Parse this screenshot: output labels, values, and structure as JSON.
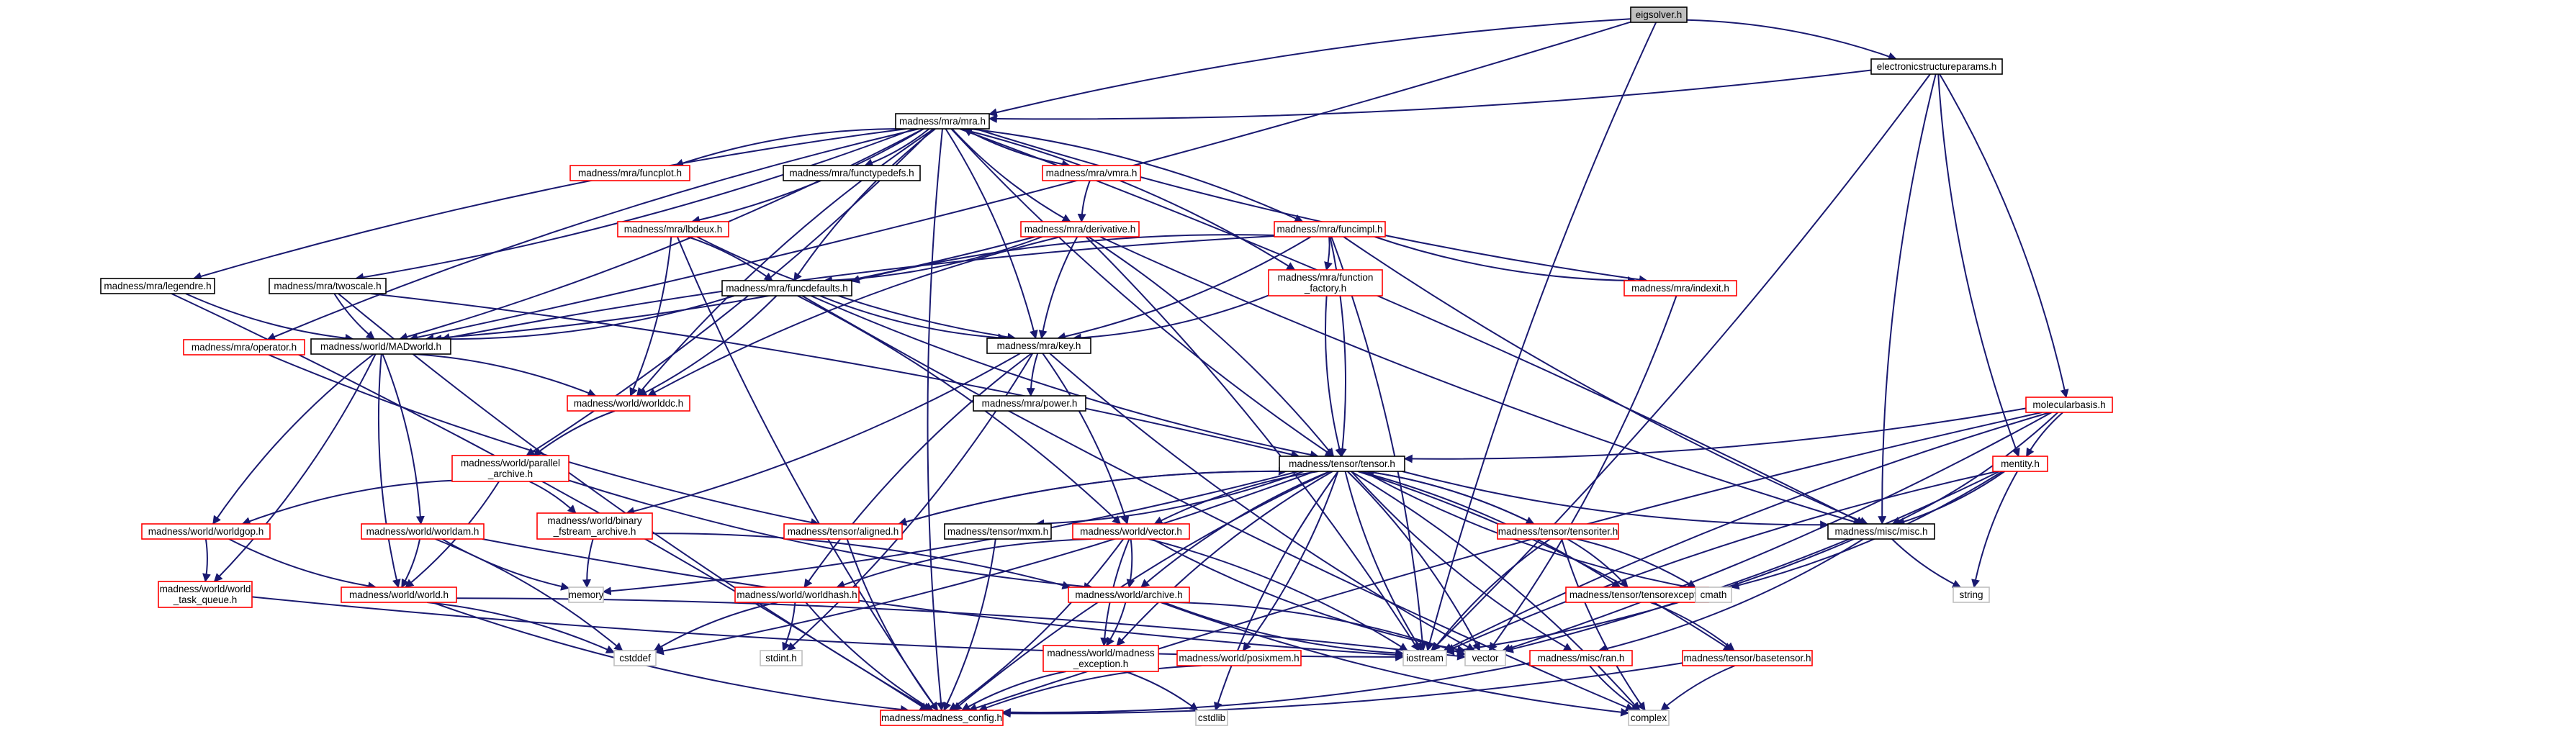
{
  "title": "eigsolver.h",
  "nodes": [
    {
      "id": "eigsolver",
      "label": [
        "eigsolver.h"
      ],
      "style": "root"
    },
    {
      "id": "esp",
      "label": [
        "electronicstructureparams.h"
      ],
      "style": "black"
    },
    {
      "id": "mra",
      "label": [
        "madness/mra/mra.h"
      ],
      "style": "black"
    },
    {
      "id": "funcplot",
      "label": [
        "madness/mra/funcplot.h"
      ],
      "style": "red"
    },
    {
      "id": "functypedefs",
      "label": [
        "madness/mra/functypedefs.h"
      ],
      "style": "black"
    },
    {
      "id": "vmra",
      "label": [
        "madness/mra/vmra.h"
      ],
      "style": "red"
    },
    {
      "id": "lbdeux",
      "label": [
        "madness/mra/lbdeux.h"
      ],
      "style": "red"
    },
    {
      "id": "derivative",
      "label": [
        "madness/mra/derivative.h"
      ],
      "style": "red"
    },
    {
      "id": "funcimpl",
      "label": [
        "madness/mra/funcimpl.h"
      ],
      "style": "red"
    },
    {
      "id": "legendre",
      "label": [
        "madness/mra/legendre.h"
      ],
      "style": "black"
    },
    {
      "id": "twoscale",
      "label": [
        "madness/mra/twoscale.h"
      ],
      "style": "black"
    },
    {
      "id": "funcdefaults",
      "label": [
        "madness/mra/funcdefaults.h"
      ],
      "style": "black"
    },
    {
      "id": "funcfactory",
      "label": [
        "madness/mra/function",
        "_factory.h"
      ],
      "style": "red"
    },
    {
      "id": "indexit",
      "label": [
        "madness/mra/indexit.h"
      ],
      "style": "red"
    },
    {
      "id": "operator",
      "label": [
        "madness/mra/operator.h"
      ],
      "style": "red"
    },
    {
      "id": "madworld",
      "label": [
        "madness/world/MADworld.h"
      ],
      "style": "black"
    },
    {
      "id": "key",
      "label": [
        "madness/mra/key.h"
      ],
      "style": "black"
    },
    {
      "id": "power",
      "label": [
        "madness/mra/power.h"
      ],
      "style": "black"
    },
    {
      "id": "worlddc",
      "label": [
        "madness/world/worlddc.h"
      ],
      "style": "red"
    },
    {
      "id": "molecularbasis",
      "label": [
        "molecularbasis.h"
      ],
      "style": "red"
    },
    {
      "id": "parallelarchive",
      "label": [
        "madness/world/parallel",
        "_archive.h"
      ],
      "style": "red"
    },
    {
      "id": "tensor",
      "label": [
        "madness/tensor/tensor.h"
      ],
      "style": "black"
    },
    {
      "id": "mentity",
      "label": [
        "mentity.h"
      ],
      "style": "red"
    },
    {
      "id": "worldgop",
      "label": [
        "madness/world/worldgop.h"
      ],
      "style": "red"
    },
    {
      "id": "binaryfstream",
      "label": [
        "madness/world/binary",
        "_fstream_archive.h"
      ],
      "style": "red"
    },
    {
      "id": "worldam",
      "label": [
        "madness/world/worldam.h"
      ],
      "style": "red"
    },
    {
      "id": "tensoraligned",
      "label": [
        "madness/tensor/aligned.h"
      ],
      "style": "red"
    },
    {
      "id": "mxm",
      "label": [
        "madness/tensor/mxm.h"
      ],
      "style": "black"
    },
    {
      "id": "vector",
      "label": [
        "madness/world/vector.h"
      ],
      "style": "red"
    },
    {
      "id": "tensoriter",
      "label": [
        "madness/tensor/tensoriter.h"
      ],
      "style": "red"
    },
    {
      "id": "misc",
      "label": [
        "madness/misc/misc.h"
      ],
      "style": "black"
    },
    {
      "id": "taskqueue",
      "label": [
        "madness/world/world",
        "_task_queue.h"
      ],
      "style": "red"
    },
    {
      "id": "world",
      "label": [
        "madness/world/world.h"
      ],
      "style": "red"
    },
    {
      "id": "memory",
      "label": [
        "memory"
      ],
      "style": "grey"
    },
    {
      "id": "worldhash",
      "label": [
        "madness/world/worldhash.h"
      ],
      "style": "red"
    },
    {
      "id": "archive",
      "label": [
        "madness/world/archive.h"
      ],
      "style": "red"
    },
    {
      "id": "tensorexcept",
      "label": [
        "madness/tensor/tensorexcept.h"
      ],
      "style": "red"
    },
    {
      "id": "cmath",
      "label": [
        "cmath"
      ],
      "style": "grey"
    },
    {
      "id": "string",
      "label": [
        "string"
      ],
      "style": "grey"
    },
    {
      "id": "cstddef",
      "label": [
        "cstddef"
      ],
      "style": "grey"
    },
    {
      "id": "stdint",
      "label": [
        "stdint.h"
      ],
      "style": "grey"
    },
    {
      "id": "iostream",
      "label": [
        "iostream"
      ],
      "style": "grey"
    },
    {
      "id": "vectorstd",
      "label": [
        "vector"
      ],
      "style": "grey"
    },
    {
      "id": "madexception",
      "label": [
        "madness/world/madness",
        "_exception.h"
      ],
      "style": "red"
    },
    {
      "id": "posixmem",
      "label": [
        "madness/world/posixmem.h"
      ],
      "style": "red"
    },
    {
      "id": "ran",
      "label": [
        "madness/misc/ran.h"
      ],
      "style": "red"
    },
    {
      "id": "basetensor",
      "label": [
        "madness/tensor/basetensor.h"
      ],
      "style": "red"
    },
    {
      "id": "cstdlib",
      "label": [
        "cstdlib"
      ],
      "style": "grey"
    },
    {
      "id": "complex",
      "label": [
        "complex"
      ],
      "style": "grey"
    },
    {
      "id": "config",
      "label": [
        "madness/madness_config.h"
      ],
      "style": "red"
    }
  ],
  "edges": [
    [
      "eigsolver",
      "esp"
    ],
    [
      "eigsolver",
      "mra"
    ],
    [
      "eigsolver",
      "madworld"
    ],
    [
      "eigsolver",
      "iostream"
    ],
    [
      "esp",
      "mra"
    ],
    [
      "esp",
      "misc"
    ],
    [
      "esp",
      "molecularbasis"
    ],
    [
      "esp",
      "mentity"
    ],
    [
      "esp",
      "iostream"
    ],
    [
      "mra",
      "funcplot"
    ],
    [
      "mra",
      "functypedefs"
    ],
    [
      "mra",
      "vmra"
    ],
    [
      "mra",
      "lbdeux"
    ],
    [
      "mra",
      "derivative"
    ],
    [
      "mra",
      "funcimpl"
    ],
    [
      "mra",
      "legendre"
    ],
    [
      "mra",
      "twoscale"
    ],
    [
      "mra",
      "operator"
    ],
    [
      "mra",
      "madworld"
    ],
    [
      "mra",
      "funcdefaults"
    ],
    [
      "mra",
      "funcfactory"
    ],
    [
      "mra",
      "indexit"
    ],
    [
      "mra",
      "key"
    ],
    [
      "mra",
      "worlddc"
    ],
    [
      "mra",
      "parallelarchive"
    ],
    [
      "mra",
      "tensor"
    ],
    [
      "mra",
      "misc"
    ],
    [
      "mra",
      "config"
    ],
    [
      "vmra",
      "mra"
    ],
    [
      "vmra",
      "derivative"
    ],
    [
      "lbdeux",
      "funcdefaults"
    ],
    [
      "lbdeux",
      "key"
    ],
    [
      "lbdeux",
      "worlddc"
    ],
    [
      "lbdeux",
      "config"
    ],
    [
      "derivative",
      "funcdefaults"
    ],
    [
      "derivative",
      "key"
    ],
    [
      "derivative",
      "madworld"
    ],
    [
      "derivative",
      "worlddc"
    ],
    [
      "derivative",
      "tensor"
    ],
    [
      "derivative",
      "misc"
    ],
    [
      "derivative",
      "iostream"
    ],
    [
      "funcimpl",
      "funcdefaults"
    ],
    [
      "funcimpl",
      "funcfactory"
    ],
    [
      "funcimpl",
      "indexit"
    ],
    [
      "funcimpl",
      "key"
    ],
    [
      "funcimpl",
      "madworld"
    ],
    [
      "funcimpl",
      "tensor"
    ],
    [
      "funcimpl",
      "misc"
    ],
    [
      "funcimpl",
      "iostream"
    ],
    [
      "legendre",
      "madworld"
    ],
    [
      "legendre",
      "config"
    ],
    [
      "twoscale",
      "madworld"
    ],
    [
      "twoscale",
      "tensor"
    ],
    [
      "twoscale",
      "config"
    ],
    [
      "funcdefaults",
      "madworld"
    ],
    [
      "funcdefaults",
      "key"
    ],
    [
      "funcdefaults",
      "worlddc"
    ],
    [
      "funcdefaults",
      "tensor"
    ],
    [
      "funcdefaults",
      "vector"
    ],
    [
      "funcdefaults",
      "complex"
    ],
    [
      "funcfactory",
      "key"
    ],
    [
      "funcfactory",
      "tensor"
    ],
    [
      "indexit",
      "vectorstd"
    ],
    [
      "operator",
      "tensoraligned"
    ],
    [
      "madworld",
      "worlddc"
    ],
    [
      "madworld",
      "worldgop"
    ],
    [
      "madworld",
      "worldam"
    ],
    [
      "madworld",
      "world"
    ],
    [
      "madworld",
      "taskqueue"
    ],
    [
      "key",
      "power"
    ],
    [
      "key",
      "binaryfstream"
    ],
    [
      "key",
      "worldhash"
    ],
    [
      "key",
      "vector"
    ],
    [
      "key",
      "vectorstd"
    ],
    [
      "key",
      "stdint"
    ],
    [
      "worlddc",
      "parallelarchive"
    ],
    [
      "parallelarchive",
      "binaryfstream"
    ],
    [
      "parallelarchive",
      "archive"
    ],
    [
      "parallelarchive",
      "world"
    ],
    [
      "parallelarchive",
      "worldgop"
    ],
    [
      "molecularbasis",
      "tensor"
    ],
    [
      "molecularbasis",
      "mentity"
    ],
    [
      "molecularbasis",
      "misc"
    ],
    [
      "molecularbasis",
      "iostream"
    ],
    [
      "molecularbasis",
      "vectorstd"
    ],
    [
      "molecularbasis",
      "config"
    ],
    [
      "mentity",
      "misc"
    ],
    [
      "mentity",
      "string"
    ],
    [
      "mentity",
      "cmath"
    ],
    [
      "mentity",
      "iostream"
    ],
    [
      "mentity",
      "vectorstd"
    ],
    [
      "tensor",
      "tensoraligned"
    ],
    [
      "tensor",
      "mxm"
    ],
    [
      "tensor",
      "vector"
    ],
    [
      "tensor",
      "tensoriter"
    ],
    [
      "tensor",
      "misc"
    ],
    [
      "tensor",
      "memory"
    ],
    [
      "tensor",
      "archive"
    ],
    [
      "tensor",
      "tensorexcept"
    ],
    [
      "tensor",
      "cmath"
    ],
    [
      "tensor",
      "cstddef"
    ],
    [
      "tensor",
      "iostream"
    ],
    [
      "tensor",
      "vectorstd"
    ],
    [
      "tensor",
      "madexception"
    ],
    [
      "tensor",
      "posixmem"
    ],
    [
      "tensor",
      "ran"
    ],
    [
      "tensor",
      "basetensor"
    ],
    [
      "tensor",
      "cstdlib"
    ],
    [
      "tensor",
      "complex"
    ],
    [
      "tensor",
      "config"
    ],
    [
      "worldgop",
      "taskqueue"
    ],
    [
      "worldgop",
      "world"
    ],
    [
      "binaryfstream",
      "archive"
    ],
    [
      "binaryfstream",
      "memory"
    ],
    [
      "worldam",
      "world"
    ],
    [
      "worldam",
      "memory"
    ],
    [
      "worldam",
      "cstddef"
    ],
    [
      "worldam",
      "iostream"
    ],
    [
      "tensoraligned",
      "tensor"
    ],
    [
      "tensoraligned",
      "config"
    ],
    [
      "mxm",
      "config"
    ],
    [
      "vector",
      "worldhash"
    ],
    [
      "vector",
      "archive"
    ],
    [
      "vector",
      "madexception"
    ],
    [
      "vector",
      "iostream"
    ],
    [
      "vector",
      "vectorstd"
    ],
    [
      "vector",
      "config"
    ],
    [
      "tensoriter",
      "tensor"
    ],
    [
      "tensoriter",
      "tensorexcept"
    ],
    [
      "tensoriter",
      "iostream"
    ],
    [
      "tensoriter",
      "cmath"
    ],
    [
      "tensoriter",
      "complex"
    ],
    [
      "misc",
      "iostream"
    ],
    [
      "misc",
      "string"
    ],
    [
      "misc",
      "ran"
    ],
    [
      "taskqueue",
      "iostream"
    ],
    [
      "world",
      "cstddef"
    ],
    [
      "world",
      "config"
    ],
    [
      "world",
      "vectorstd"
    ],
    [
      "worldhash",
      "cstddef"
    ],
    [
      "worldhash",
      "stdint"
    ],
    [
      "worldhash",
      "config"
    ],
    [
      "archive",
      "madexception"
    ],
    [
      "archive",
      "iostream"
    ],
    [
      "archive",
      "vectorstd"
    ],
    [
      "archive",
      "complex"
    ],
    [
      "tensorexcept",
      "basetensor"
    ],
    [
      "madexception",
      "config"
    ],
    [
      "madexception",
      "cstdlib"
    ],
    [
      "posixmem",
      "config"
    ],
    [
      "ran",
      "config"
    ],
    [
      "ran",
      "complex"
    ],
    [
      "basetensor",
      "config"
    ],
    [
      "basetensor",
      "complex"
    ]
  ]
}
